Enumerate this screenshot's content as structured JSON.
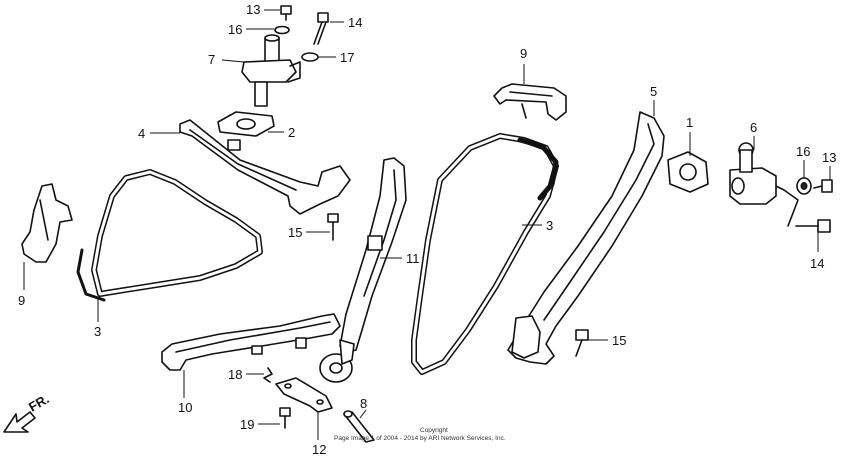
{
  "callouts": {
    "c13a": "13",
    "c16a": "16",
    "c14a": "14",
    "c7": "7",
    "c17": "17",
    "c4": "4",
    "c2": "2",
    "c9a": "9",
    "c3a": "3",
    "c15a": "15",
    "c11": "11",
    "c9b": "9",
    "c3b": "3",
    "c5": "5",
    "c1": "1",
    "c6": "6",
    "c16b": "16",
    "c13b": "13",
    "c14b": "14",
    "c15b": "15",
    "c18": "18",
    "c10": "10",
    "c19": "19",
    "c12": "12",
    "c8": "8"
  },
  "direction": {
    "label": "FR."
  },
  "footer": {
    "line1": "Copyright",
    "line2": "Page Image 1 of 2004 - 2014 by ARI Network Services, Inc."
  }
}
